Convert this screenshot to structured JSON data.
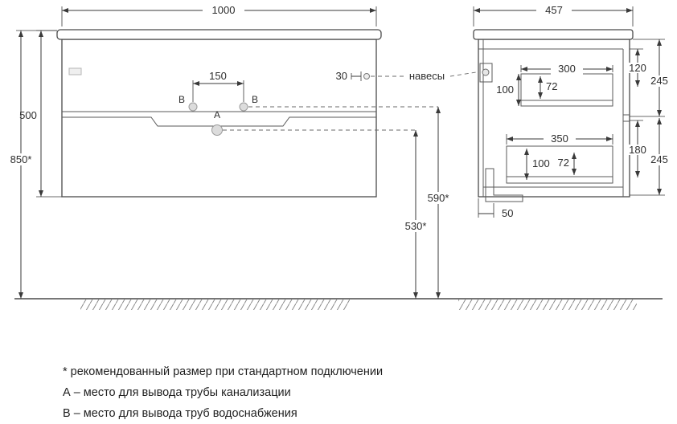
{
  "page": {
    "background_color": "#ffffff",
    "line_color": "#4a4a4a",
    "dim_color": "#3a3a3a"
  },
  "front_view": {
    "dims": {
      "width": "1000",
      "height": "500",
      "mount_height": "850*",
      "b_spacing": "150",
      "hanger_offset": "30"
    },
    "labels": {
      "hangers": "навесы",
      "point_a": "А",
      "point_b_left": "В",
      "point_b_right": "В"
    }
  },
  "floor_dims": {
    "supply_height": "590*",
    "drain_height": "530*"
  },
  "side_view": {
    "dims": {
      "depth": "457",
      "inner_top_width": "300",
      "top_offset": "120",
      "upper_half": "245",
      "upper_inner_height": "100",
      "upper_small_height": "72",
      "inner_bottom_width": "350",
      "lower_inner": "180",
      "lower_half": "245",
      "lower_inner_height": "100",
      "lower_small_height": "72",
      "wall_gap": "50"
    }
  },
  "legend": {
    "line1": "* рекомендованный размер при стандартном подключении",
    "line2": "А – место для вывода трубы канализации",
    "line3": "В – место для вывода труб водоснабжения"
  }
}
